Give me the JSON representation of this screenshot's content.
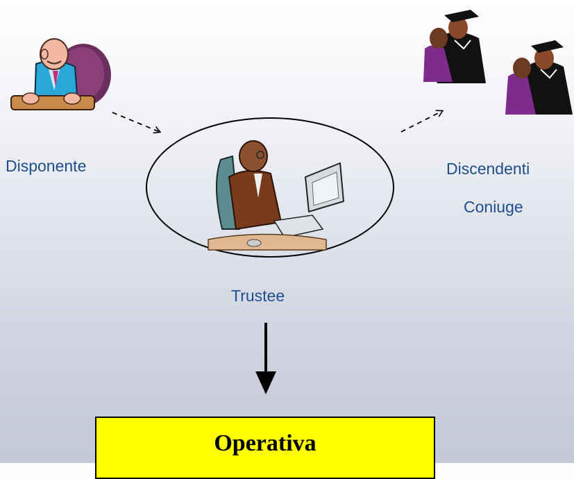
{
  "labels": {
    "disponente": "Disponente",
    "discendenti": "Discendenti",
    "coniuge": "Coniuge",
    "trustee": "Trustee"
  },
  "box": {
    "text": "Operativa",
    "fill": "#ffff00"
  },
  "colors": {
    "label": "#1f4e8c",
    "arrow": "#000000"
  },
  "figures": {
    "settlor": "seated-businessman-clipart",
    "trustee": "man-at-computer-clipart",
    "beneficiaries": "graduate-couple-hug-clipart"
  }
}
